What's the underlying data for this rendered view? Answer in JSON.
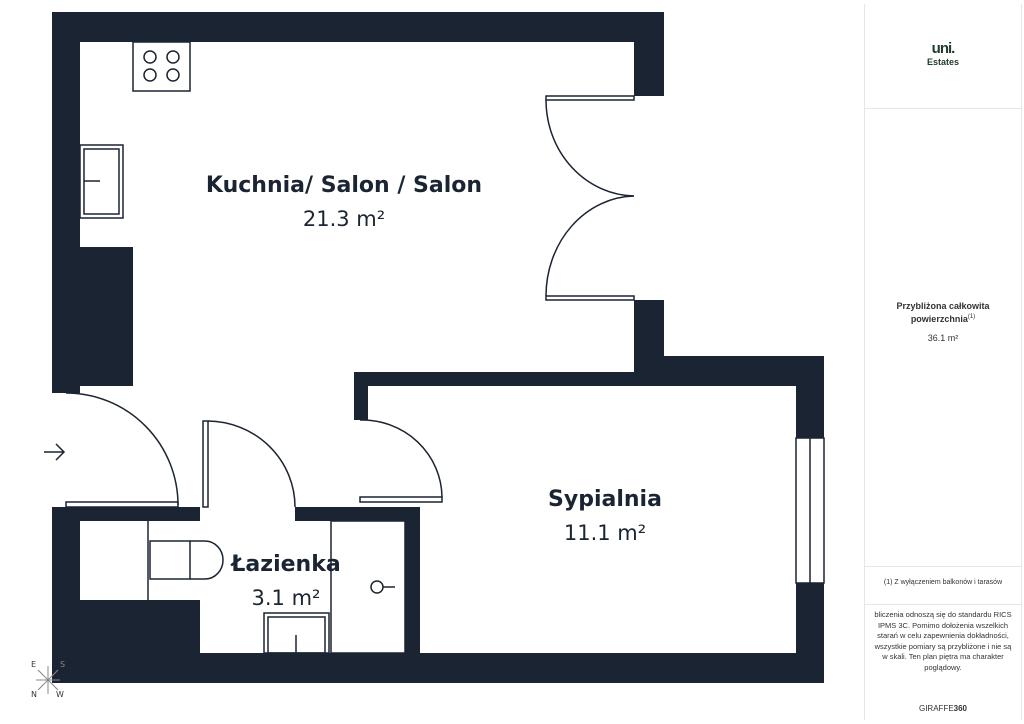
{
  "rooms": {
    "living": {
      "name": "Kuchnia/ Salon / Salon",
      "area": "21.3 m²"
    },
    "bedroom": {
      "name": "Sypialnia",
      "area": "11.1 m²"
    },
    "bathroom": {
      "name": "Łazienka",
      "area": "3.1 m²"
    }
  },
  "compass": {
    "e": "E",
    "n": "N",
    "w": "W",
    "s": "S"
  },
  "sidebar": {
    "logo_main": "uni.",
    "logo_sub": "Estates",
    "total_label": "Przybliżona całkowita powierzchnia",
    "total_footnote_mark": "(1)",
    "total_value": "36.1 m²",
    "footnote": "(1) Z wyłączeniem balkonów i tarasów",
    "disclaimer": "bliczenia odnoszą się do standardu RICS IPMS 3C. Pomimo dołożenia wszelkich starań w celu zapewnienia dokładności, wszystkie pomiary są przybliżone i nie są w skali. Ten plan piętra ma charakter poglądowy.",
    "brand_a": "GIRAFFE",
    "brand_b": "360"
  },
  "colors": {
    "wall": "#1b2432",
    "logo": "#1e3b2a"
  }
}
